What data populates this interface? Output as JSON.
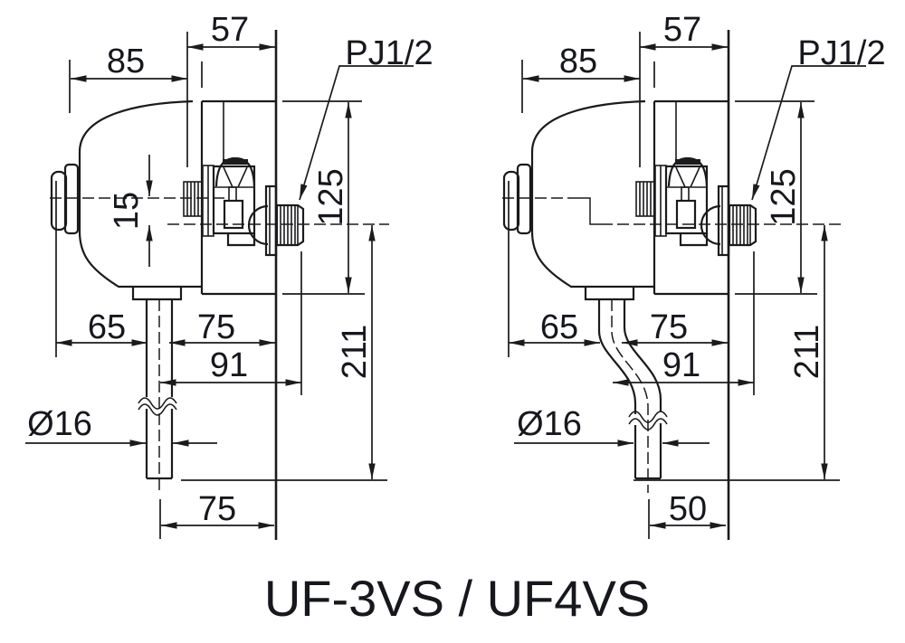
{
  "title": "UF-3VS / UF4VS",
  "drawings": {
    "left": {
      "top_width": "57",
      "body_depth": "85",
      "thread_type": "PJ1/2",
      "centerline_offset": "15",
      "spud_height": "125",
      "total_height": "211",
      "button_to_pipe": "65",
      "pipe_to_wall": "75",
      "center_to_thread": "91",
      "pipe_diameter": "Ø16",
      "outlet_to_wall": "75"
    },
    "right": {
      "top_width": "57",
      "body_depth": "85",
      "thread_type": "PJ1/2",
      "spud_height": "125",
      "total_height": "211",
      "button_to_pipe": "65",
      "pipe_to_wall": "75",
      "center_to_thread": "91",
      "pipe_diameter": "Ø16",
      "outlet_to_wall": "50"
    }
  }
}
